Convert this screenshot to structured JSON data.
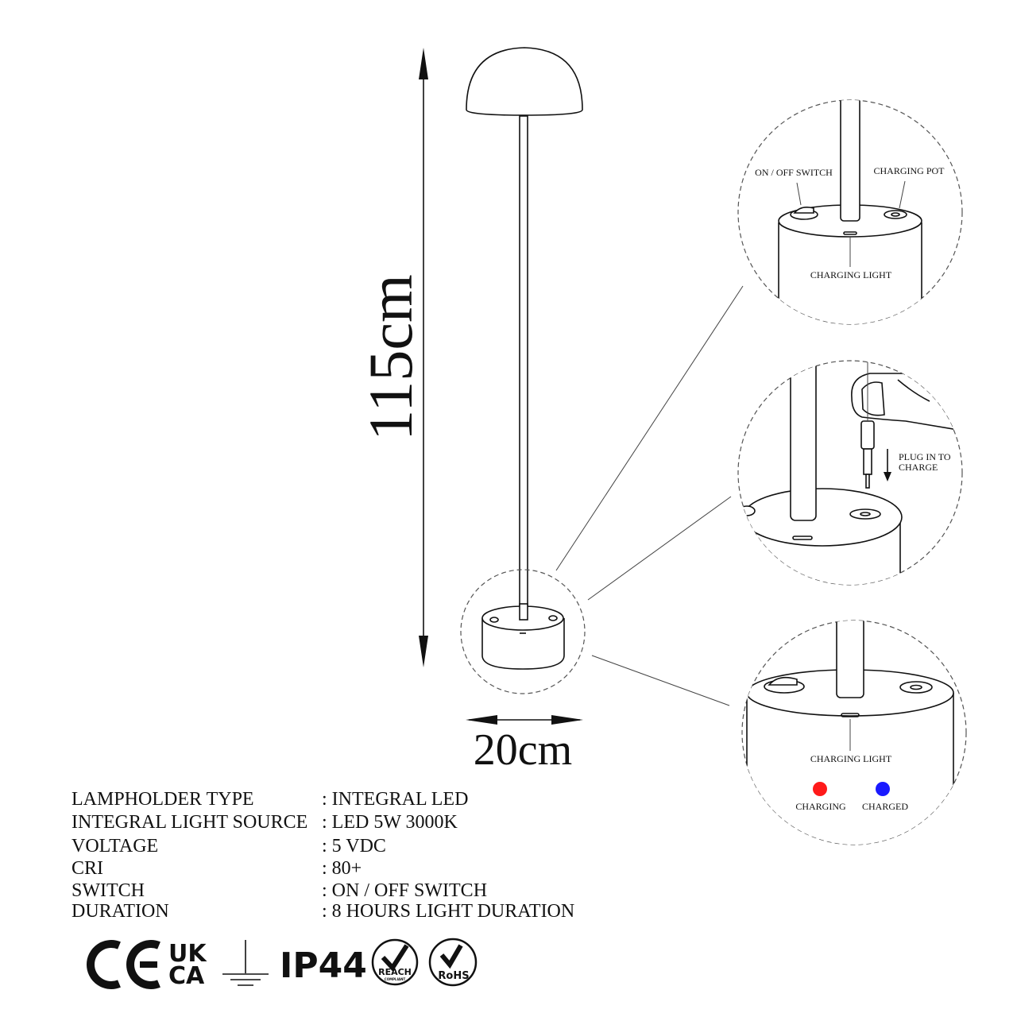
{
  "dimensions": {
    "height": "115cm",
    "width": "20cm"
  },
  "detail_top": {
    "switch_label": "ON / OFF SWITCH",
    "port_label": "CHARGING POT",
    "light_label": "CHARGING LIGHT"
  },
  "detail_middle": {
    "plug_line1": "PLUG IN TO",
    "plug_line2": "CHARGE"
  },
  "detail_bottom": {
    "light_label": "CHARGING LIGHT",
    "charging_label": "CHARGING",
    "charged_label": "CHARGED",
    "charging_color": "#ff1a1a",
    "charged_color": "#1a1aff"
  },
  "specs": [
    {
      "label": "LAMPHOLDER TYPE",
      "value": ": INTEGRAL LED"
    },
    {
      "label": "INTEGRAL LIGHT SOURCE",
      "value": ": LED 5W 3000K"
    },
    {
      "label": "VOLTAGE",
      "value": ": 5 VDC"
    },
    {
      "label": "CRI",
      "value": ": 80+"
    },
    {
      "label": "SWITCH",
      "value": ": ON / OFF SWITCH"
    },
    {
      "label": "DURATION",
      "value": ": 8 HOURS LIGHT DURATION"
    }
  ],
  "certifications": {
    "ce": "CE",
    "ukca_top": "UK",
    "ukca_bottom": "CA",
    "ground": "ground-symbol-icon",
    "ip": "IP44",
    "reach": "REACH",
    "reach_sub": "COMPLIANT",
    "rohs": "RoHS"
  }
}
